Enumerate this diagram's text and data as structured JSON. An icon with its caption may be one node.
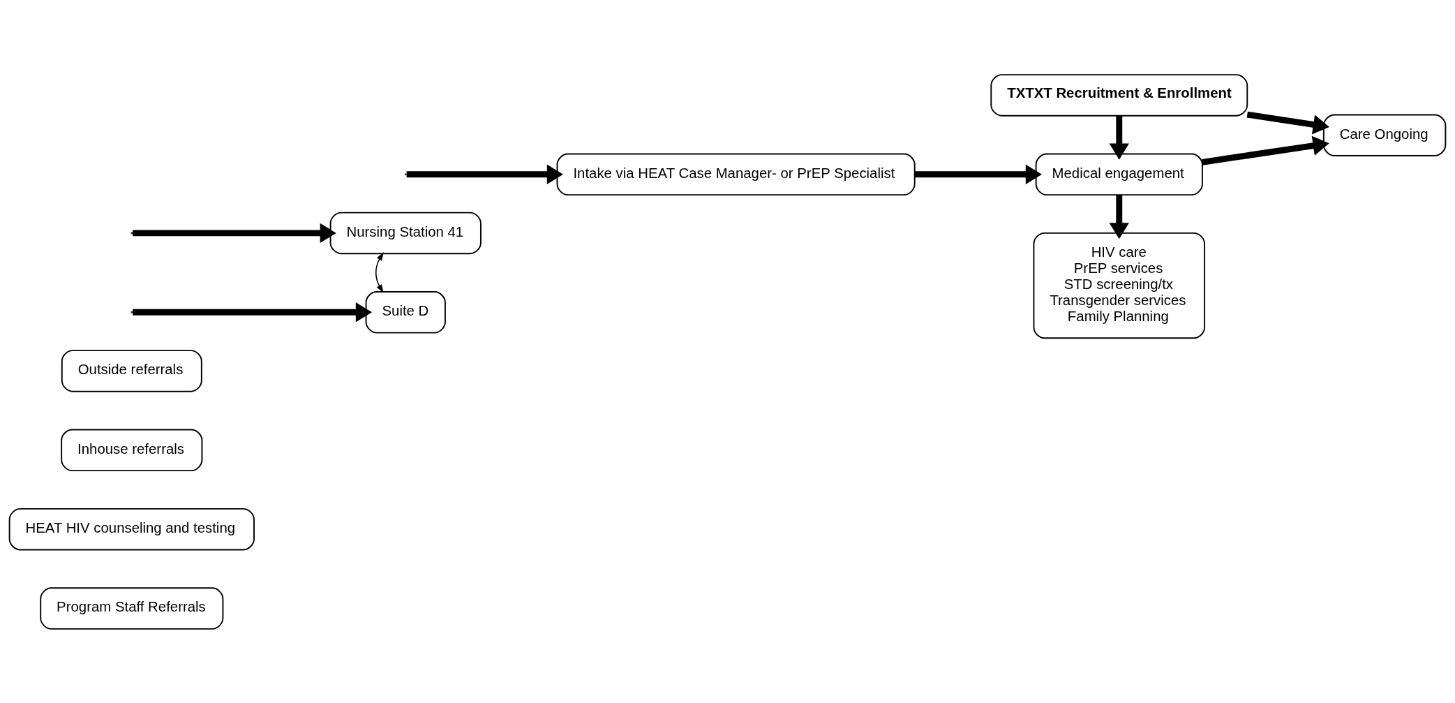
{
  "diagram": {
    "nodes": [
      {
        "text": [
          "Outside referrals"
        ]
      },
      {
        "text": [
          "Inhouse referrals"
        ]
      },
      {
        "text": [
          "HEAT HIV counseling and testing"
        ]
      },
      {
        "text": [
          "Program Staff Referrals"
        ]
      },
      {
        "text": [
          "Nursing Station 41"
        ]
      },
      {
        "text": [
          "Suite D"
        ]
      },
      {
        "text": [
          "Intake via HEAT Case Manager- or PrEP Specialist"
        ]
      },
      {
        "text": [
          "TXTXT Recruitment & Enrollment"
        ]
      },
      {
        "text": [
          "Medical engagement"
        ]
      },
      {
        "text": [
          "Care Ongoing"
        ]
      },
      {
        "text": [
          "HIV care",
          "PrEP services",
          "STD screening/tx",
          "Transgender services",
          "Family Planning"
        ]
      }
    ],
    "edges": [
      {
        "from": null,
        "to": 4,
        "arrow": "to"
      },
      {
        "from": null,
        "to": 5,
        "arrow": "to"
      },
      {
        "from": 4,
        "to": 5,
        "arrow": "both"
      },
      {
        "from": null,
        "to": 6,
        "arrow": "to"
      },
      {
        "from": 6,
        "to": 8,
        "arrow": "to"
      },
      {
        "from": 7,
        "to": 8,
        "arrow": "to"
      },
      {
        "from": 7,
        "to": 9,
        "arrow": "to"
      },
      {
        "from": 8,
        "to": 9,
        "arrow": "to"
      },
      {
        "from": 8,
        "to": 10,
        "arrow": "to"
      }
    ]
  }
}
